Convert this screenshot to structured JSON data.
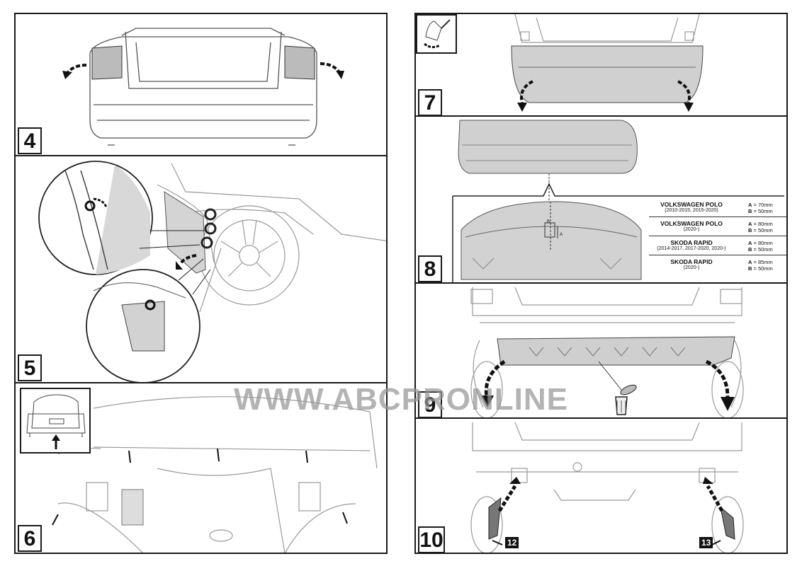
{
  "steps": {
    "s4": "4",
    "s5": "5",
    "s6": "6",
    "s7": "7",
    "s8": "8",
    "s9": "9",
    "s10": "10"
  },
  "watermark": "WWW.ABCPRONLINE",
  "parts": {
    "left": "12",
    "right": "13"
  },
  "dimension_labels": {
    "a": "A",
    "b": "B"
  },
  "spec_table": [
    {
      "name": "VOLKSWAGEN POLO",
      "years": "(2010-2015, 2015-2020)",
      "a_label": "A",
      "a_value": " = 70mm",
      "b_label": "B",
      "b_value": " = 50mm"
    },
    {
      "name": "VOLKSWAGEN POLO",
      "years": "(2020-)",
      "a_label": "A",
      "a_value": " = 80mm",
      "b_label": "B",
      "b_value": " = 50mm"
    },
    {
      "name": "SKODA RAPID",
      "years": "(2014-2017, 2017-2020, 2020-)",
      "a_label": "A",
      "a_value": " = 80mm",
      "b_label": "B",
      "b_value": " = 50mm"
    },
    {
      "name": "SKODA RAPID",
      "years": "(2020-)",
      "a_label": "A",
      "a_value": " = 85mm",
      "b_label": "B",
      "b_value": " = 50mm"
    }
  ],
  "colors": {
    "line": "#1a1a1a",
    "panel_gray": "#cfcfcf",
    "light_line": "#9a9a9a"
  },
  "icons": [
    "curved-arrow-icon",
    "screw-icon",
    "trash-bin-icon",
    "hand-tool-icon",
    "up-arrow-icon"
  ]
}
